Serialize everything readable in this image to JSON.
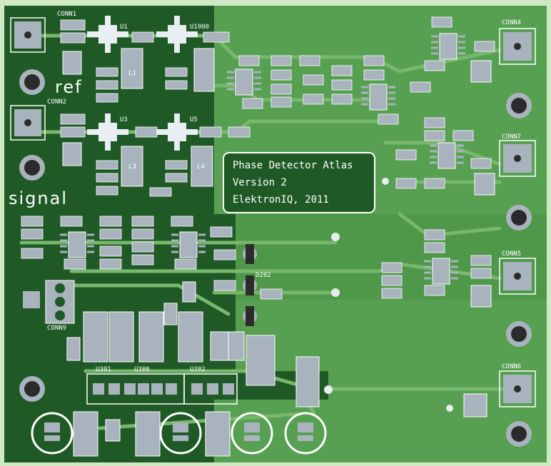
{
  "board": {
    "colors": {
      "dark_pour": "#1f5a26",
      "light_pour": "#57a052",
      "trace": "#77b86c",
      "pad": "#a9b3bd",
      "silk": "#ffffff",
      "hole": "#2b2b2b",
      "edge": "#b9e0ae"
    },
    "title_box": {
      "line1": "Phase Detector Atlas",
      "line2": "Version 2",
      "line3": "ElektronIQ, 2011"
    },
    "labels": {
      "ref": "ref",
      "signal": "signal"
    },
    "connectors": {
      "conn1": "CONN1",
      "conn2": "CONN2",
      "conn4": "CONN4",
      "conn5": "CONN5",
      "conn6": "CONN6",
      "conn7": "CONN7",
      "conn9": "CONN9"
    },
    "chips": {
      "u1": "U1",
      "u1000": "U1000",
      "u3": "U3",
      "u5": "U5",
      "u301": "U301",
      "u300": "U300",
      "u302": "U302"
    },
    "inductors": {
      "l1": "L1",
      "l3": "L3",
      "l4": "L4"
    },
    "misc_labels": {
      "d202": "D202"
    }
  }
}
